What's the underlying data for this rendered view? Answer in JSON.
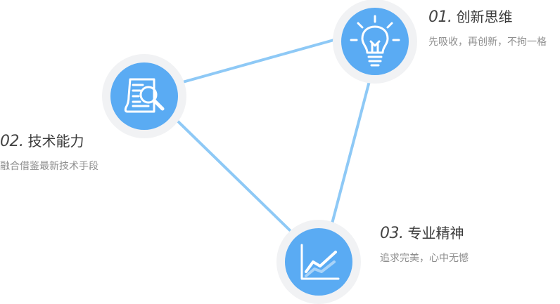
{
  "diagram": {
    "accent": "#5aabf3",
    "ring": "#f1f2f4",
    "link_color": "#8ec9f6",
    "items": [
      {
        "num": "01.",
        "title": "创新思维",
        "desc": "先吸收，再创新，不拘一格",
        "icon": "lightbulb-icon"
      },
      {
        "num": "02.",
        "title": "技术能力",
        "desc": "融合借鉴最新技术手段",
        "icon": "document-magnifier-icon"
      },
      {
        "num": "03.",
        "title": "专业精神",
        "desc": "追求完美，心中无憾",
        "icon": "line-chart-icon"
      }
    ]
  }
}
